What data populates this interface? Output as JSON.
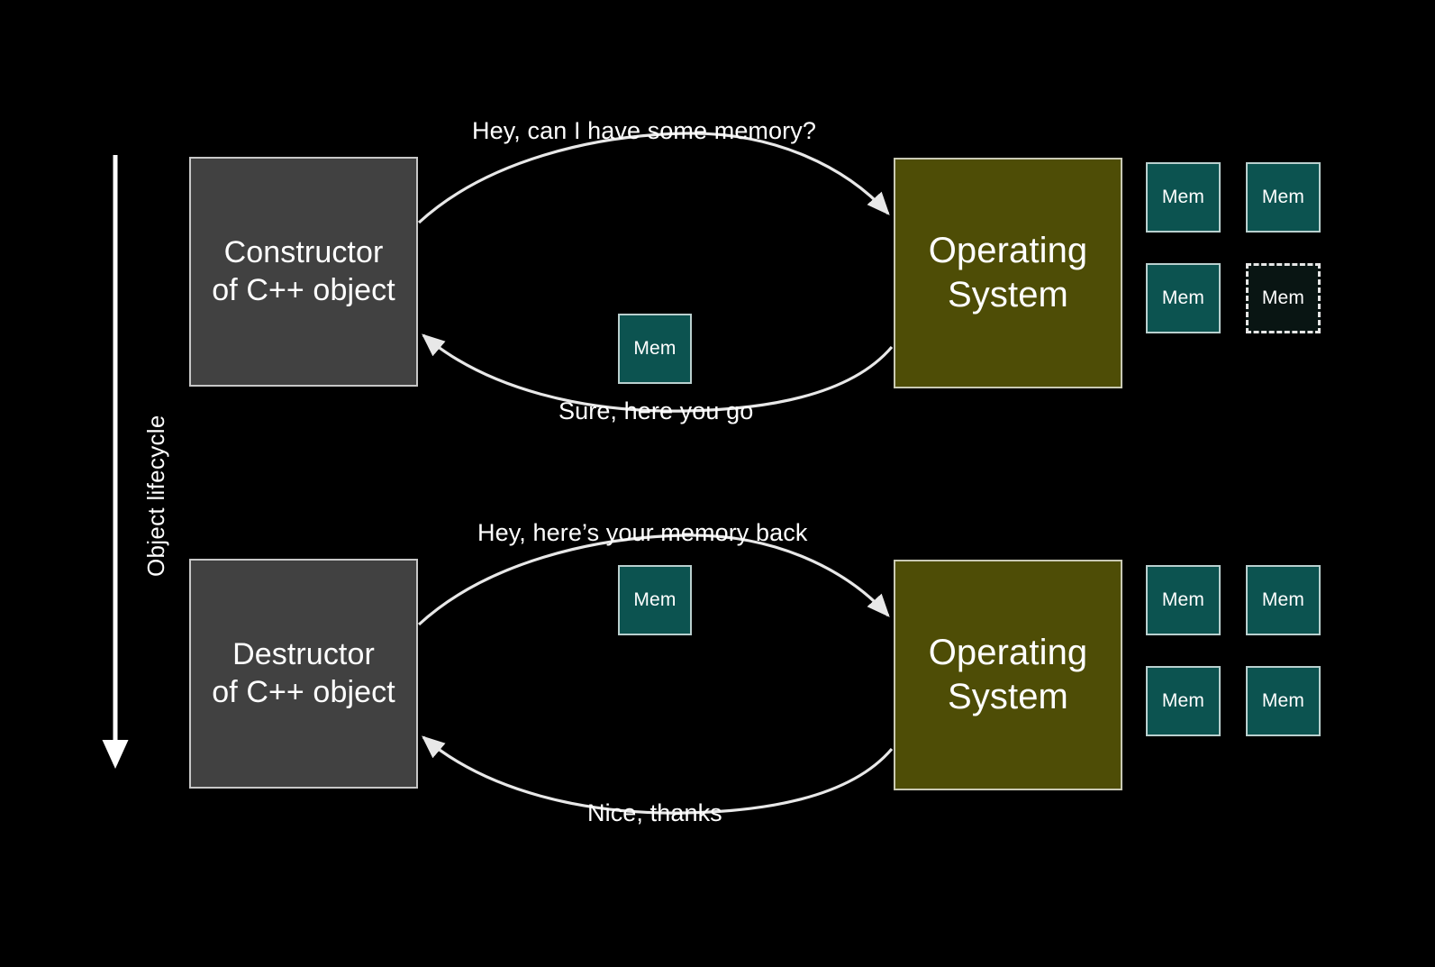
{
  "slide": {
    "background_color": "#000000",
    "axis": {
      "label": "Object lifecycle",
      "direction": "downward"
    },
    "colors": {
      "process_box": "#414141",
      "os_box": "#4e4d06",
      "memory_chip": "#0c5350",
      "memory_chip_freed": "#091513",
      "stroke": "#ffffff"
    },
    "phases": [
      {
        "id": "allocation",
        "left_actor": {
          "label": "Constructor\nof C++ object"
        },
        "right_actor": {
          "label": "Operating\nSystem"
        },
        "request_caption": "Hey, can I have some memory?",
        "reply_caption": "Sure, here you go",
        "transferred_chip": {
          "label": "Mem"
        },
        "pool": [
          {
            "label": "Mem",
            "state": "allocated"
          },
          {
            "label": "Mem",
            "state": "allocated"
          },
          {
            "label": "Mem",
            "state": "allocated"
          },
          {
            "label": "Mem",
            "state": "freed"
          }
        ]
      },
      {
        "id": "deallocation",
        "left_actor": {
          "label": "Destructor\nof C++ object"
        },
        "right_actor": {
          "label": "Operating\nSystem"
        },
        "request_caption": "Hey, here’s your memory back",
        "reply_caption": "Nice, thanks",
        "transferred_chip": {
          "label": "Mem"
        },
        "pool": [
          {
            "label": "Mem",
            "state": "allocated"
          },
          {
            "label": "Mem",
            "state": "allocated"
          },
          {
            "label": "Mem",
            "state": "allocated"
          },
          {
            "label": "Mem",
            "state": "allocated"
          }
        ]
      }
    ]
  }
}
